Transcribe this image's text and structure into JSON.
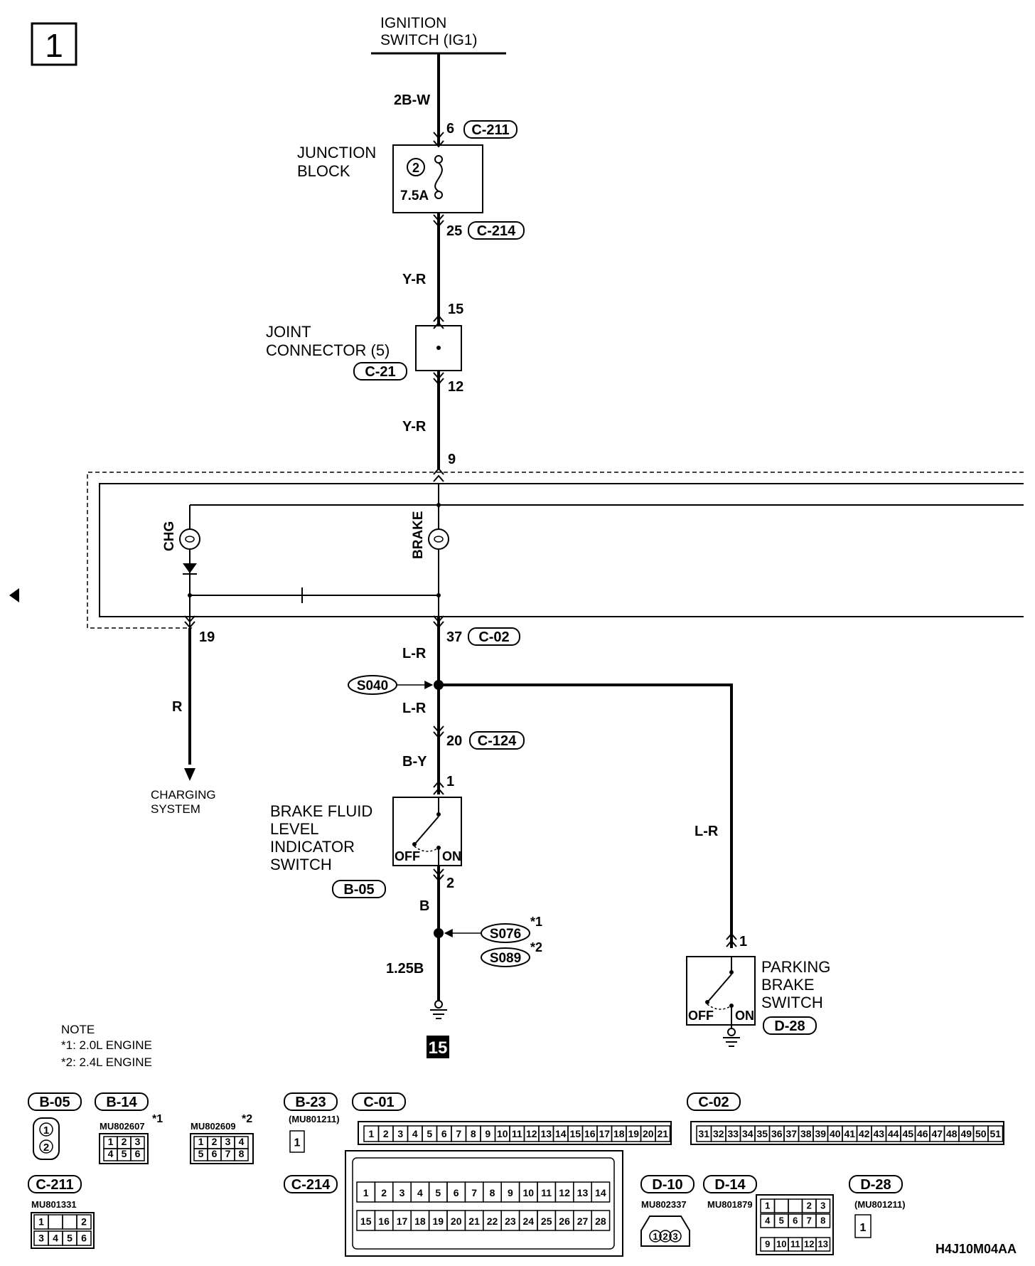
{
  "page_number": "1",
  "source": {
    "name_line1": "IGNITION",
    "name_line2": "SWITCH (IG1)"
  },
  "wires": {
    "w1": "2B-W",
    "w2": "Y-R",
    "w3": "Y-R",
    "w4": "L-R",
    "w5": "L-R",
    "w6": "B-Y",
    "w7": "B",
    "w8": "1.25B",
    "w9": "R",
    "w10": "L-R"
  },
  "junction_block": {
    "label_line1": "JUNCTION",
    "label_line2": "BLOCK",
    "fuse_number": "2",
    "fuse_rating": "7.5A"
  },
  "joint_connector": {
    "label_line1": "JOINT",
    "label_line2": "CONNECTOR (5)",
    "connector": "C-21"
  },
  "pins": {
    "c211_pin": "6",
    "c211": "C-211",
    "c214_pin": "25",
    "c214": "C-214",
    "jc_in": "15",
    "jc_out": "12",
    "meter_in": "9",
    "meter_out_chg": "19",
    "meter_out_brake": "37",
    "c02": "C-02",
    "c124_pin": "20",
    "c124": "C-124",
    "bf_in": "1",
    "bf_out": "2",
    "pb_in": "1"
  },
  "lamps": {
    "chg": "CHG",
    "brake": "BRAKE"
  },
  "splices": {
    "s040": "S040",
    "s076": "S076",
    "s089": "S089",
    "s076_note": "*1",
    "s089_note": "*2"
  },
  "charging": {
    "line1": "CHARGING",
    "line2": "SYSTEM"
  },
  "brake_fluid_switch": {
    "line1": "BRAKE FLUID",
    "line2": "LEVEL",
    "line3": "INDICATOR",
    "line4": "SWITCH",
    "off": "OFF",
    "on": "ON",
    "connector": "B-05"
  },
  "parking_switch": {
    "line1": "PARKING",
    "line2": "BRAKE",
    "line3": "SWITCH",
    "off": "OFF",
    "on": "ON",
    "connector": "D-28"
  },
  "ground_ref": "15",
  "note": {
    "title": "NOTE",
    "n1": "*1: 2.0L ENGINE",
    "n2": "*2: 2.4L ENGINE"
  },
  "connectors": {
    "b05": {
      "label": "B-05",
      "pins": [
        "1",
        "2"
      ]
    },
    "b14": {
      "label": "B-14",
      "part_a": "MU802607",
      "note_a": "*1",
      "part_b": "MU802609",
      "note_b": "*2",
      "pins_a": [
        "1",
        "2",
        "3",
        "4",
        "5",
        "6"
      ],
      "pins_b": [
        "1",
        "2",
        "3",
        "4",
        "5",
        "6",
        "7",
        "8"
      ]
    },
    "b23": {
      "label": "B-23",
      "part": "(MU801211)",
      "pins": [
        "1"
      ]
    },
    "c01": {
      "label": "C-01",
      "pins": [
        "1",
        "2",
        "3",
        "4",
        "5",
        "6",
        "7",
        "8",
        "9",
        "10",
        "11",
        "12",
        "13",
        "14",
        "15",
        "16",
        "17",
        "18",
        "19",
        "20",
        "21"
      ]
    },
    "c02": {
      "label": "C-02",
      "pins": [
        "31",
        "32",
        "33",
        "34",
        "35",
        "36",
        "37",
        "38",
        "39",
        "40",
        "41",
        "42",
        "43",
        "44",
        "45",
        "46",
        "47",
        "48",
        "49",
        "50",
        "51"
      ]
    },
    "c211": {
      "label": "C-211",
      "part": "MU801331",
      "pins": [
        "1",
        "2",
        "3",
        "4",
        "5",
        "6"
      ]
    },
    "c214": {
      "label": "C-214",
      "pins": [
        "1",
        "2",
        "3",
        "4",
        "5",
        "6",
        "7",
        "8",
        "9",
        "10",
        "11",
        "12",
        "13",
        "14",
        "15",
        "16",
        "17",
        "18",
        "19",
        "20",
        "21",
        "22",
        "23",
        "24",
        "25",
        "26",
        "27",
        "28"
      ]
    },
    "d10": {
      "label": "D-10",
      "part": "MU802337",
      "pins": [
        "1",
        "2",
        "3"
      ]
    },
    "d14": {
      "label": "D-14",
      "part": "MU801879",
      "pins": [
        "1",
        "2",
        "3",
        "4",
        "5",
        "6",
        "7",
        "8",
        "9",
        "10",
        "11",
        "12",
        "13"
      ]
    },
    "d28": {
      "label": "D-28",
      "part": "(MU801211)",
      "pins": [
        "1"
      ]
    }
  },
  "figure_code": "H4J10M04AA"
}
